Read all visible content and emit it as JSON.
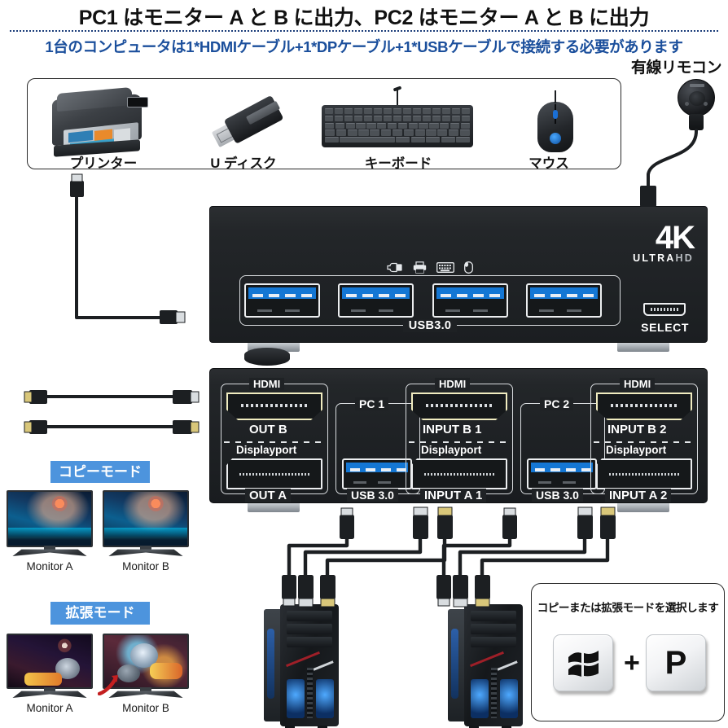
{
  "header": {
    "title": "PC1 はモニター A と B に出力、PC2 はモニター A と B に出力",
    "subtitle": "1台のコンピュータは1*HDMIケーブル+1*DPケーブル+1*USBケーブルで接続する必要があります",
    "title_color": "#111111",
    "subtitle_color": "#1b4f9c"
  },
  "peripherals": {
    "items": [
      {
        "label": "プリンター",
        "icon": "printer-icon"
      },
      {
        "label": "U ディスク",
        "icon": "usb-flash-drive-icon"
      },
      {
        "label": "キーボード",
        "icon": "keyboard-icon"
      },
      {
        "label": "マウス",
        "icon": "mouse-icon"
      }
    ]
  },
  "remote": {
    "label": "有線リモコン"
  },
  "kvm_top": {
    "brand_big": "4K",
    "brand_small_1": "ULTRA",
    "brand_small_2": "HD",
    "usb_label": "USB3.0",
    "select_label": "SELECT",
    "port_icons": [
      "usb-flash-drive-icon",
      "printer-icon",
      "keyboard-icon",
      "mouse-icon"
    ],
    "usb_ports": 4,
    "accent_blue": "#1477d4"
  },
  "kvm_bottom": {
    "groups": [
      {
        "hdmi_label": "HDMI",
        "hdmi_port_label": "OUT B",
        "dp_label": "Displayport",
        "dp_port_label": "OUT A"
      },
      {
        "usb_group_label": "PC 1",
        "usb_label": "USB 3.0",
        "hdmi_label": "HDMI",
        "hdmi_port_label": "INPUT B 1",
        "dp_label": "Displayport",
        "dp_port_label": "INPUT A 1"
      },
      {
        "usb_group_label": "PC 2",
        "usb_label": "USB 3.0",
        "hdmi_label": "HDMI",
        "hdmi_port_label": "INPUT B 2",
        "dp_label": "Displayport",
        "dp_port_label": "INPUT A 2"
      }
    ],
    "hdmi_gold": "#f0ecc0"
  },
  "modes": {
    "copy": {
      "badge": "コピーモード",
      "badge_bg": "#4d94dd",
      "monitor_a": "Monitor A",
      "monitor_b": "Monitor B"
    },
    "extend": {
      "badge": "拡張モード",
      "badge_bg": "#4d94dd",
      "monitor_a": "Monitor A",
      "monitor_b": "Monitor B"
    }
  },
  "shortcut": {
    "text": "コピーまたは拡張モードを選択します",
    "key_1": "windows-logo-key",
    "plus": "+",
    "key_2": "P"
  }
}
